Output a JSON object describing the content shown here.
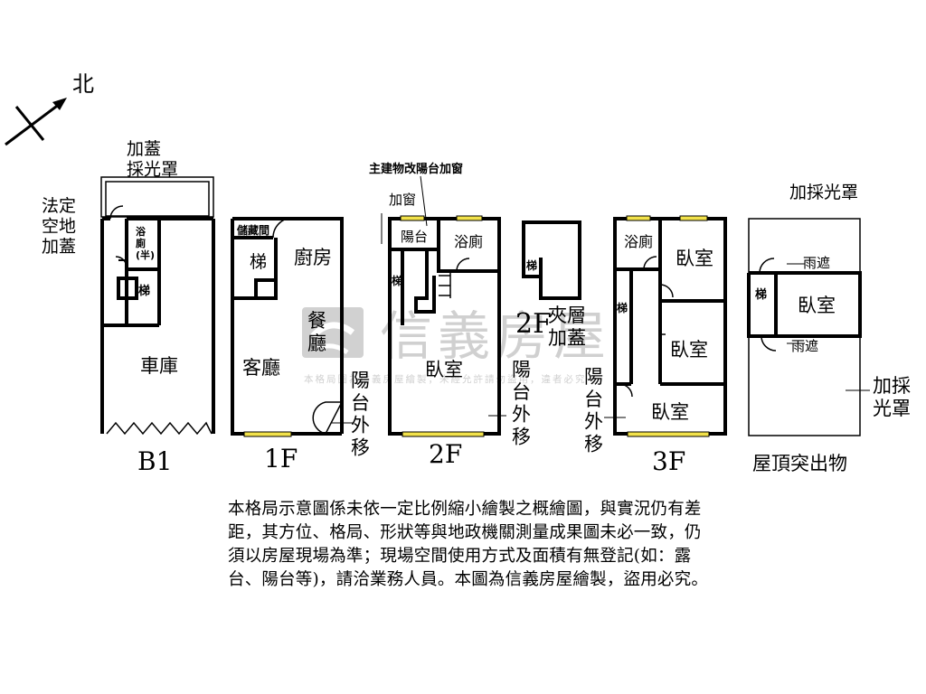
{
  "compass": {
    "label": "北"
  },
  "watermark": {
    "brand": "信義房屋",
    "subtitle": "本格局圖為信義房屋繪製，未經允許請勿盜用，違者必究"
  },
  "b1": {
    "floor": "B1",
    "addon_skylight": "加蓋\n採光罩",
    "legal_space": "法定\n空地\n加蓋",
    "bath_half": "浴\n廁\n(半)",
    "stairs": "梯",
    "garage": "車庫"
  },
  "f1": {
    "floor": "1F",
    "storage": "儲藏間",
    "stairs": "梯",
    "kitchen": "廚房",
    "dining": "餐\n廳",
    "living": "客廳",
    "balcony_out": "陽\n台\n外\n移"
  },
  "f2": {
    "floor": "2F",
    "main_to_window": "主建物改陽台加窗",
    "add_window": "加窗",
    "balcony": "陽台",
    "bath": "浴廁",
    "stairs": "梯",
    "bedroom": "臥室",
    "balcony_out": "陽\n台\n外\n移"
  },
  "mezz": {
    "title": "2F",
    "stairs": "梯",
    "mezz_addon": "夾層\n加蓋"
  },
  "f3": {
    "floor": "3F",
    "bath": "浴廁",
    "bedroom1": "臥室",
    "bedroom2": "臥室",
    "bedroom3": "臥室",
    "stairs": "梯",
    "balcony_out": "陽\n台\n外\n移"
  },
  "roof": {
    "floor": "屋頂突出物",
    "skylight_top": "加採光罩",
    "canopy1": "雨遮",
    "canopy2": "雨遮",
    "bedroom": "臥室",
    "stairs": "梯",
    "skylight_right": "加採\n光罩"
  },
  "notice": "本格局示意圖係未依一定比例縮小繪製之概繪圖，與實況仍有差距，其方位、格局、形狀等與地政機關測量成果圖未必一致，仍須以房屋現場為準；現場空間使用方式及面積有無登記(如：露台、陽台等)，請洽業務人員。本圖為信義房屋繪製，盜用必究。"
}
